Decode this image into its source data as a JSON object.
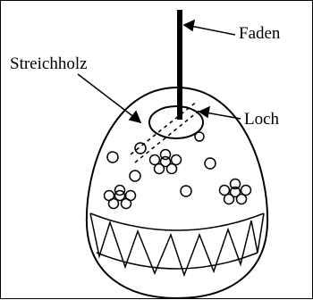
{
  "labels": {
    "thread": "Faden",
    "match": "Streichholz",
    "hole": "Loch"
  },
  "colors": {
    "ink": "#000000",
    "background": "#ffffff"
  }
}
